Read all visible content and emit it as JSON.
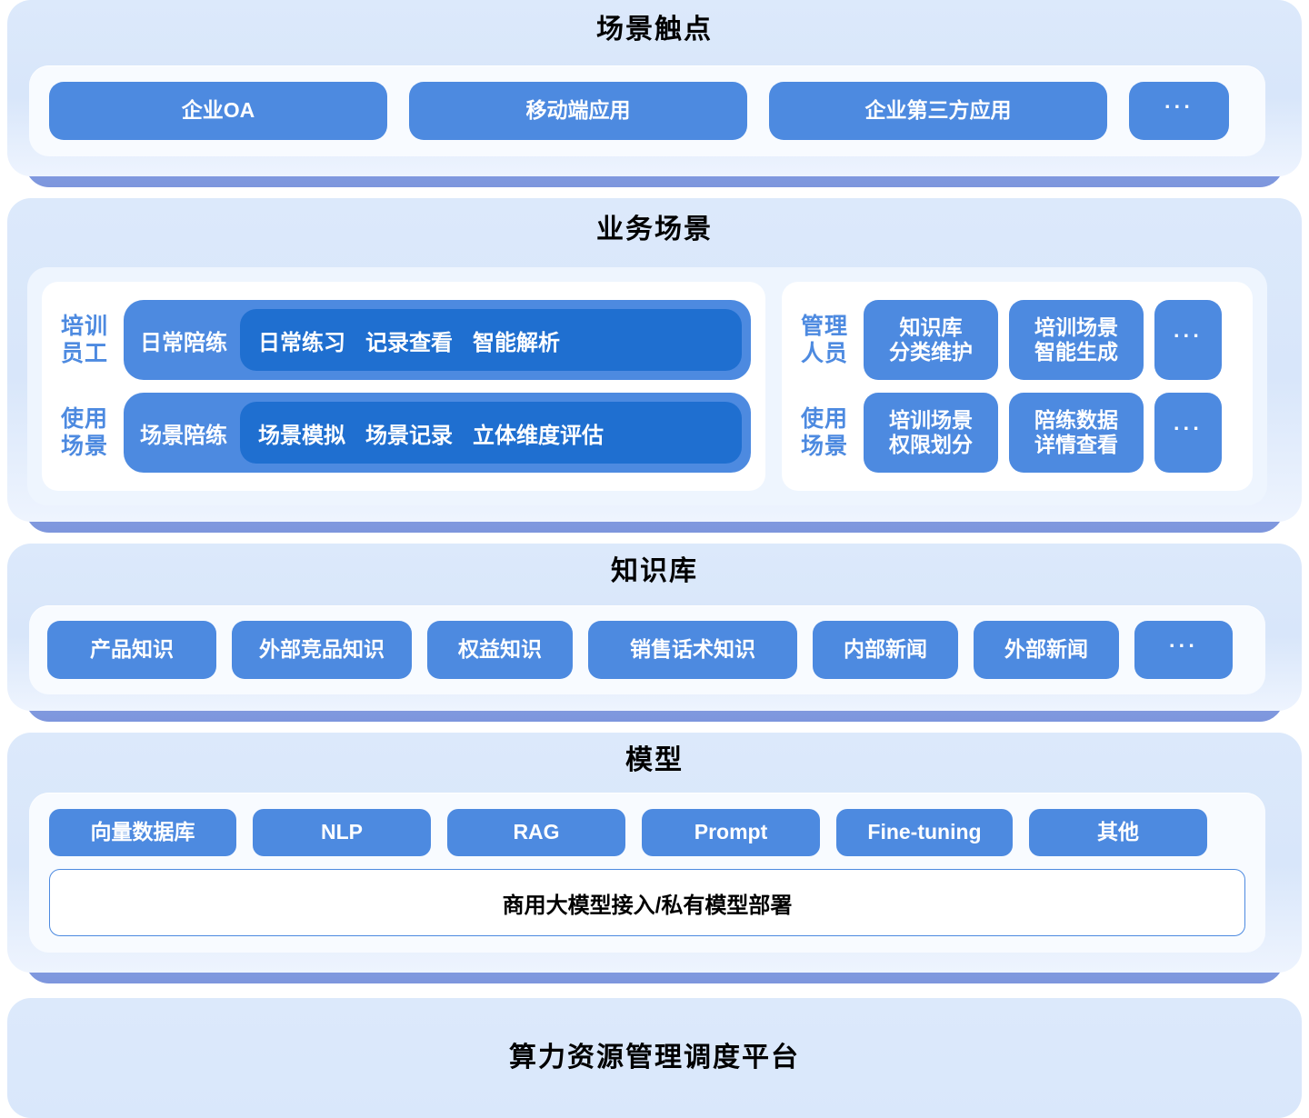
{
  "sections": [
    {
      "id": "touchpoints",
      "title": "场景触点",
      "chips": [
        "企业OA",
        "移动端应用",
        "企业第三方应用",
        "···"
      ]
    },
    {
      "id": "business_scenarios",
      "title": "业务场景",
      "left": {
        "rows": [
          {
            "role": "培训\n员工",
            "head": "日常陪练",
            "items": [
              "日常练习",
              "记录查看",
              "智能解析"
            ]
          },
          {
            "role": "使用\n场景",
            "head": "场景陪练",
            "items": [
              "场景模拟",
              "场景记录",
              "立体维度评估"
            ]
          }
        ]
      },
      "right": {
        "rows": [
          {
            "role": "管理\n人员",
            "chips": [
              "知识库\n分类维护",
              "培训场景\n智能生成",
              "···"
            ]
          },
          {
            "role": "使用\n场景",
            "chips": [
              "培训场景\n权限划分",
              "陪练数据\n详情查看",
              "···"
            ]
          }
        ]
      }
    },
    {
      "id": "knowledge_base",
      "title": "知识库",
      "chips": [
        "产品知识",
        "外部竞品知识",
        "权益知识",
        "销售话术知识",
        "内部新闻",
        "外部新闻",
        "···"
      ]
    },
    {
      "id": "model",
      "title": "模型",
      "chips": [
        "向量数据库",
        "NLP",
        "RAG",
        "Prompt",
        "Fine-tuning",
        "其他"
      ],
      "bar": "商用大模型接入/私有模型部署"
    },
    {
      "id": "compute_platform",
      "title": "算力资源管理调度平台"
    }
  ],
  "colors": {
    "chip_blue": "#4d8ae0",
    "chip_blue_dark": "#1f6fd0",
    "panel_light": "#dce9fb",
    "plate_purple": "#7d96dd",
    "card_white": "#f8fbff",
    "label_blue": "#4d8ae0",
    "title_black": "#000000"
  }
}
